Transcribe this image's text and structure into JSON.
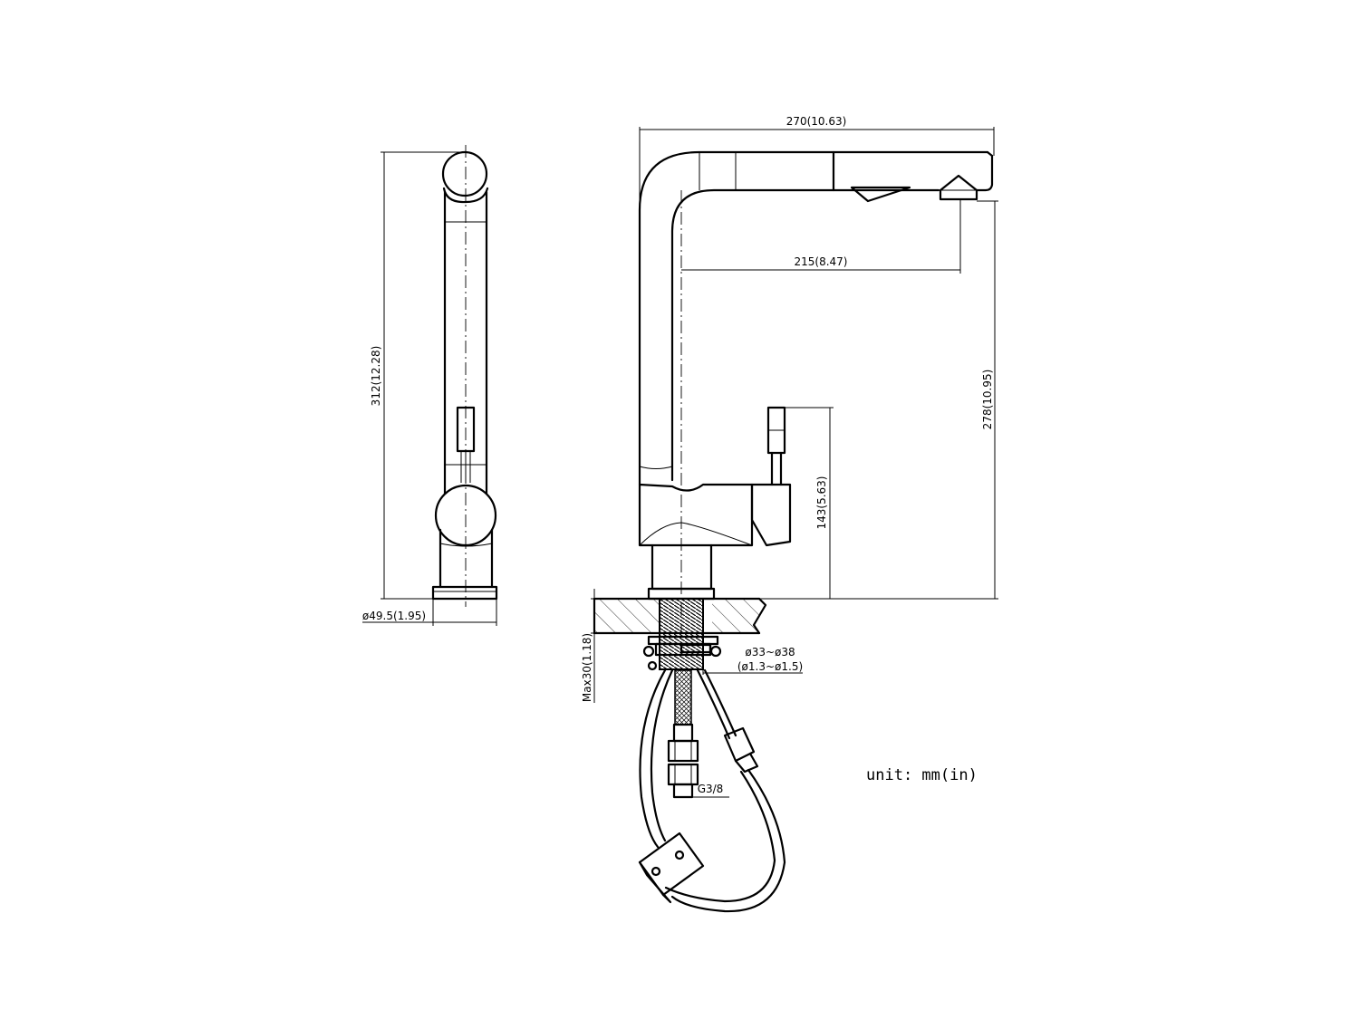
{
  "dimensions": {
    "side_height": "312(12.28)",
    "base_diameter": "ø49.5(1.95)",
    "overall_length": "270(10.63)",
    "spout_reach": "215(8.47)",
    "spout_height": "278(10.95)",
    "lever_height": "143(5.63)",
    "max_deck_thickness": "Max30(1.18)",
    "hole_diameter_mm": "ø33~ø38",
    "hole_diameter_in": "(ø1.3~ø1.5)",
    "thread": "G3/8"
  },
  "unit_note": "unit: mm(in)"
}
